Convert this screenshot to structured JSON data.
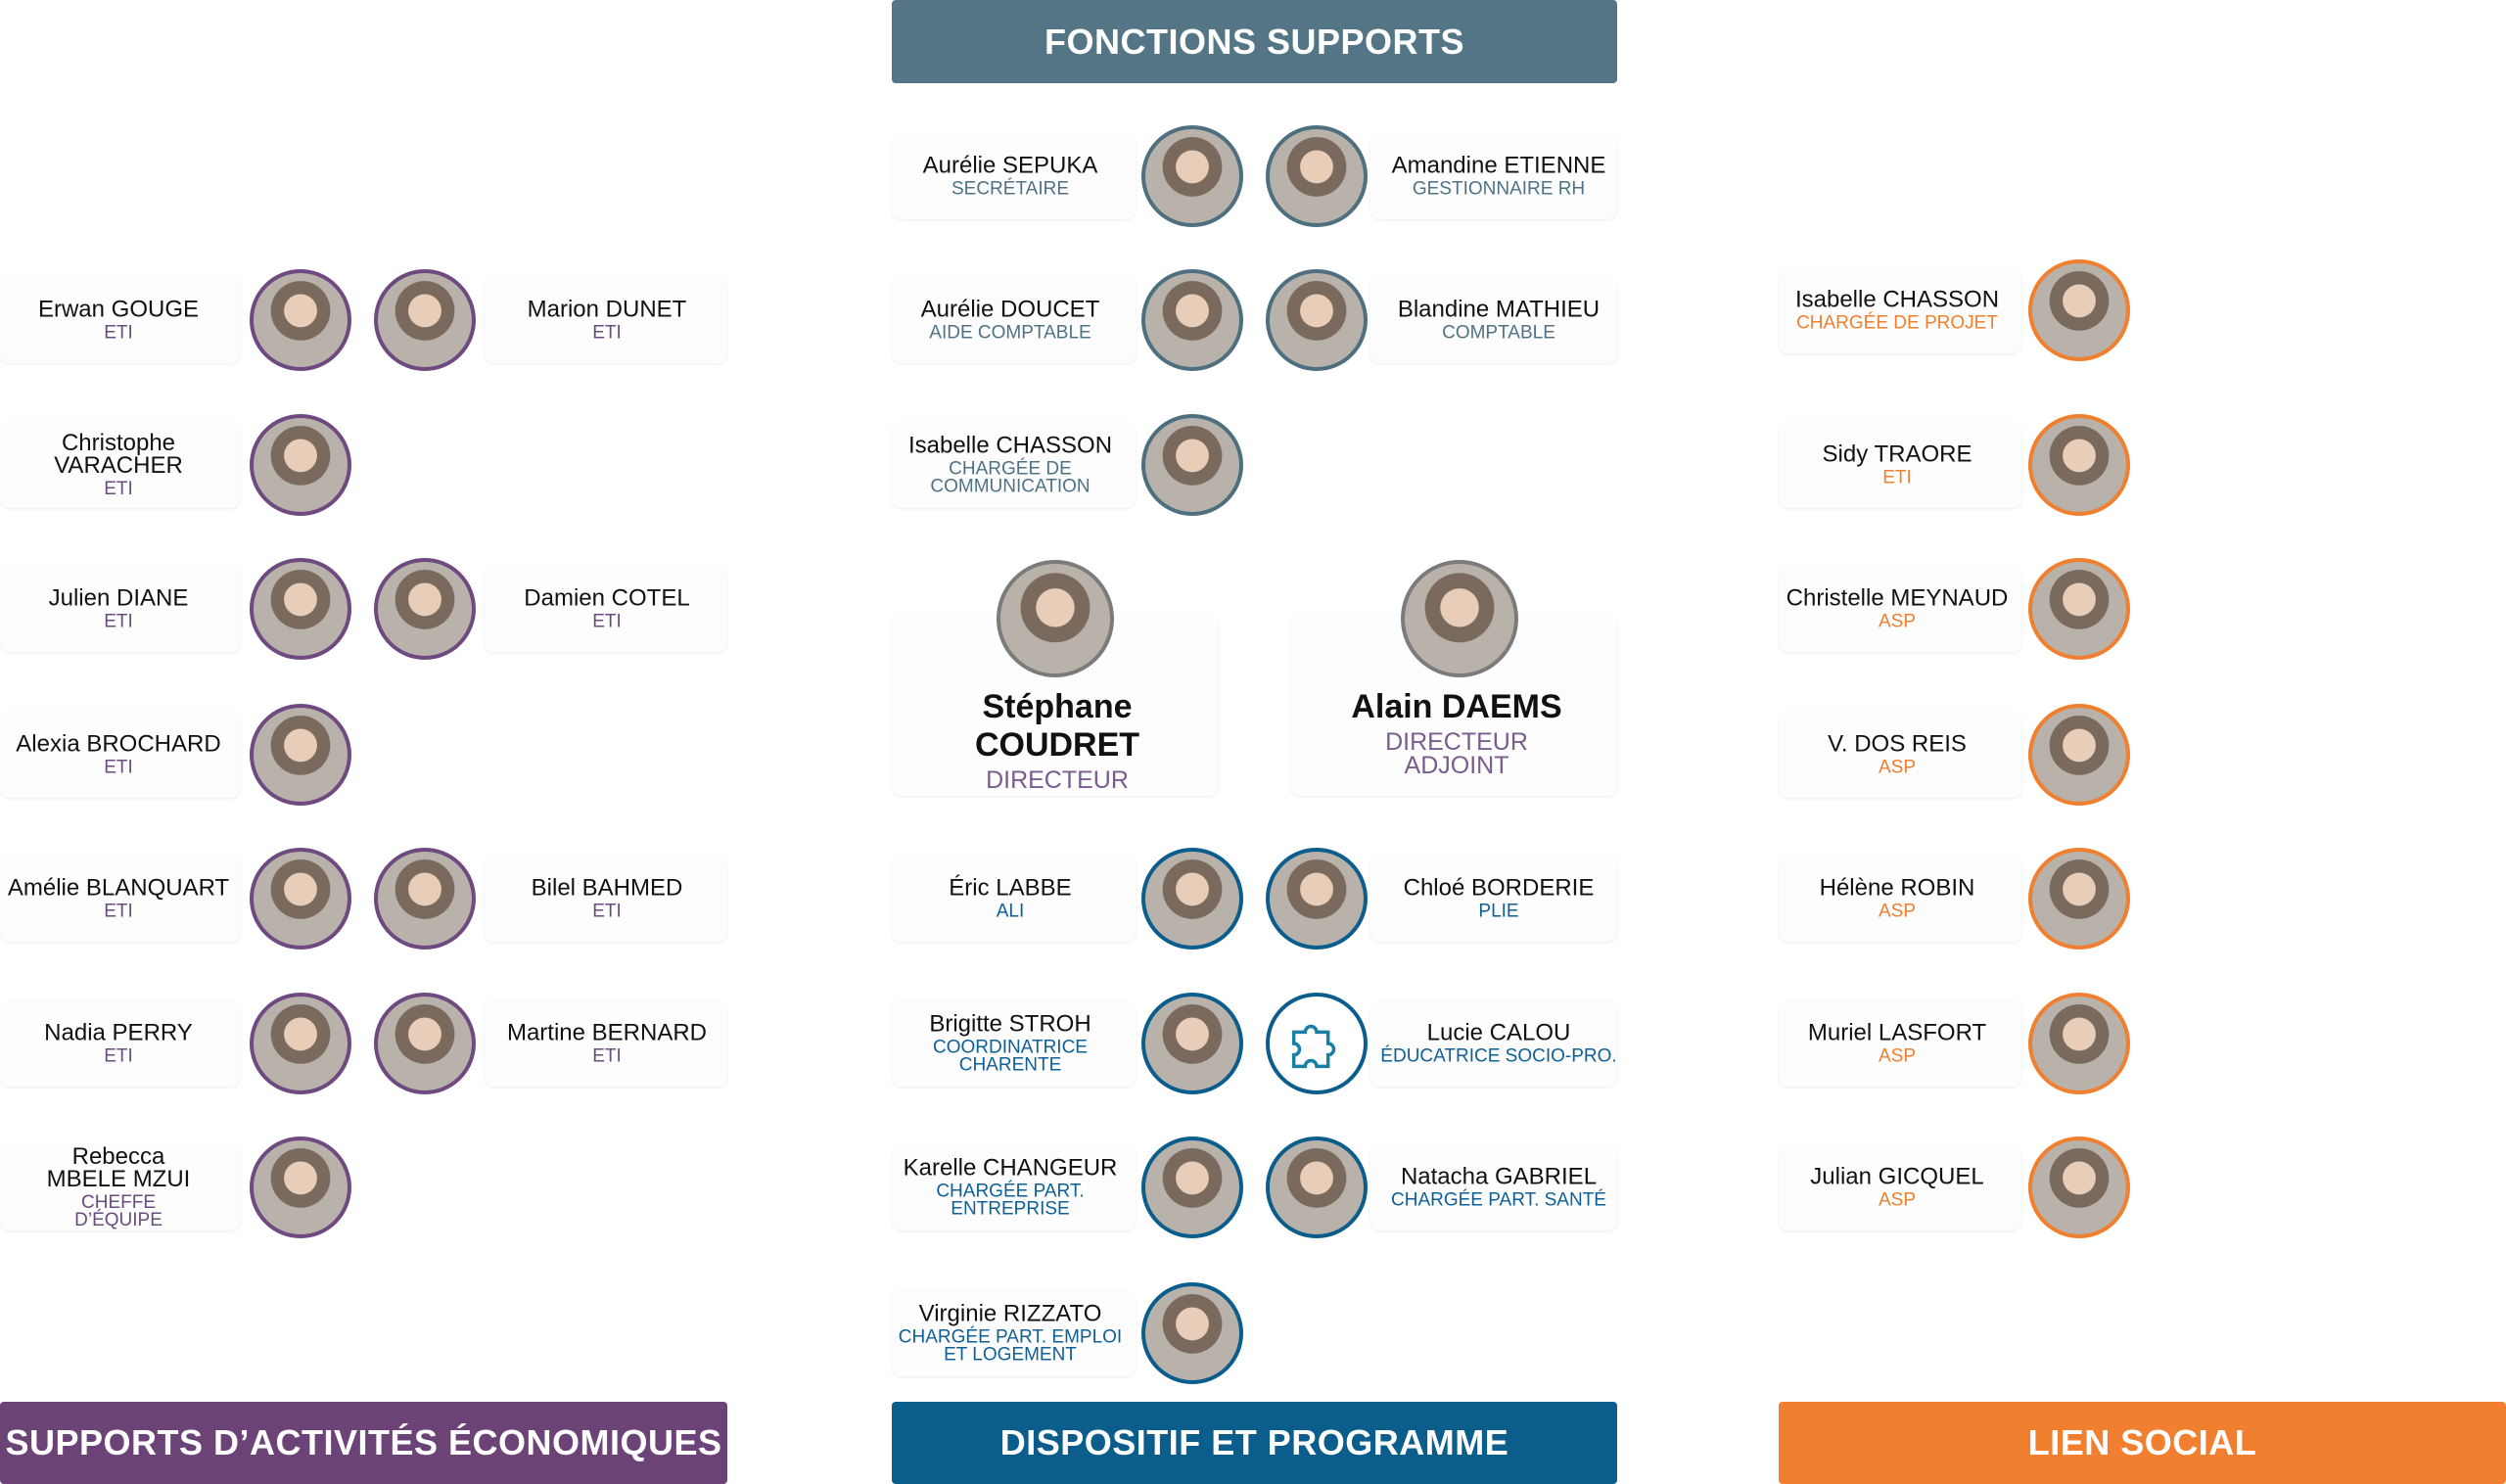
{
  "headers": {
    "fonctions_supports": "FONCTIONS SUPPORTS",
    "supports_activites": "SUPPORTS D’ACTIVITÉS ÉCONOMIQUES",
    "dispositif": "DISPOSITIF ET PROGRAMME",
    "lien_social": "LIEN SOCIAL"
  },
  "colors": {
    "fonctions_supports": "#537585",
    "supports_activites": "#6c4377",
    "dispositif": "#0b5d8c",
    "lien_social": "#f08030",
    "role_fonctions": "#4f7285",
    "role_supports": "#6b4c7f",
    "role_dispositif": "#0f6096",
    "role_lien": "#f07f2e"
  },
  "fonctions_supports": [
    {
      "name": "Aurélie SEPUKA",
      "role": "SECRÉTAIRE"
    },
    {
      "name": "Amandine ETIENNE",
      "role": "GESTIONNAIRE RH"
    },
    {
      "name": "Aurélie DOUCET",
      "role": "AIDE COMPTABLE"
    },
    {
      "name": "Blandine MATHIEU",
      "role": "COMPTABLE"
    },
    {
      "name": "Isabelle CHASSON",
      "role": "CHARGÉE DE COMMUNICATION"
    }
  ],
  "direction": [
    {
      "name": "Stéphane COUDRET",
      "role": "DIRECTEUR"
    },
    {
      "name": "Alain DAEMS",
      "role": "DIRECTEUR ADJOINT"
    }
  ],
  "supports_activites": [
    {
      "name": "Erwan GOUGE",
      "role": "ETI"
    },
    {
      "name": "Marion DUNET",
      "role": "ETI"
    },
    {
      "name": "Christophe VARACHER",
      "role": "ETI"
    },
    {
      "name": "Julien DIANE",
      "role": "ETI"
    },
    {
      "name": "Damien COTEL",
      "role": "ETI"
    },
    {
      "name": "Alexia BROCHARD",
      "role": "ETI"
    },
    {
      "name": "Amélie BLANQUART",
      "role": "ETI"
    },
    {
      "name": "Bilel BAHMED",
      "role": "ETI"
    },
    {
      "name": "Nadia PERRY",
      "role": "ETI"
    },
    {
      "name": "Martine BERNARD",
      "role": "ETI"
    },
    {
      "name": "Rebecca MBELE MZUI",
      "role": "CHEFFE D’ÉQUIPE"
    }
  ],
  "dispositif": [
    {
      "name": "Éric LABBE",
      "role": "ALI"
    },
    {
      "name": "Chloé BORDERIE",
      "role": "PLIE"
    },
    {
      "name": "Brigitte STROH",
      "role": "COORDINATRICE CHARENTE"
    },
    {
      "name": "Lucie CALOU",
      "role": "ÉDUCATRICE SOCIO-PRO."
    },
    {
      "name": "Karelle CHANGEUR",
      "role": "CHARGÉE PART. ENTREPRISE"
    },
    {
      "name": "Natacha GABRIEL",
      "role": "CHARGÉE PART. SANTÉ"
    },
    {
      "name": "Virginie RIZZATO",
      "role": "CHARGÉE PART. EMPLOI ET LOGEMENT"
    }
  ],
  "lien_social": [
    {
      "name": "Isabelle CHASSON",
      "role": "CHARGÉE DE PROJET"
    },
    {
      "name": "Sidy TRAORE",
      "role": "ETI"
    },
    {
      "name": "Christelle MEYNAUD",
      "role": "ASP"
    },
    {
      "name": "V. DOS REIS",
      "role": "ASP"
    },
    {
      "name": "Hélène ROBIN",
      "role": "ASP"
    },
    {
      "name": "Muriel LASFORT",
      "role": "ASP"
    },
    {
      "name": "Julian GICQUEL",
      "role": "ASP"
    }
  ]
}
